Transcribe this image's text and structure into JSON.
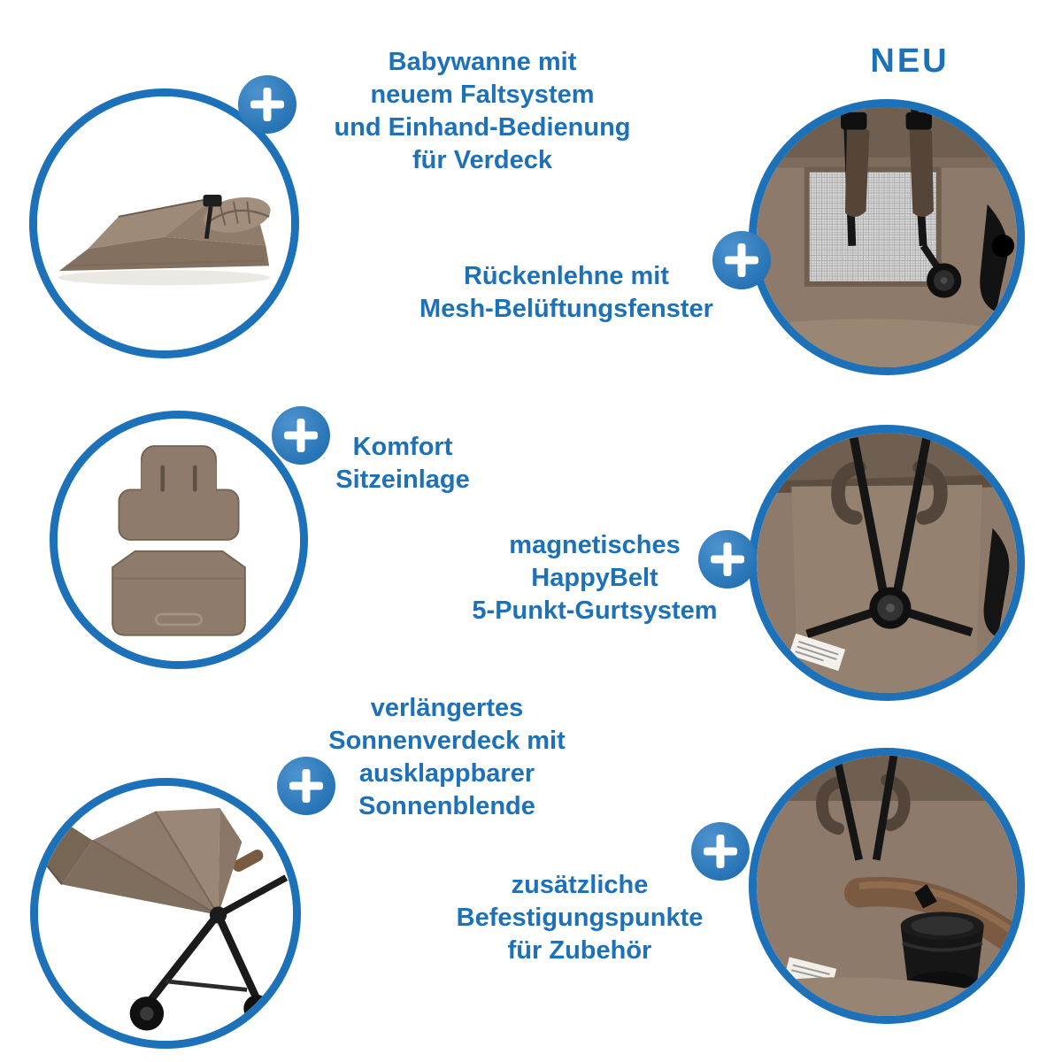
{
  "badge_new": "NEU",
  "colors": {
    "accent_blue": "#1d71b8",
    "text_blue": "#1d71b8",
    "fabric_taupe": "#8d7a6b"
  },
  "icons": {
    "plus": "+"
  },
  "features": [
    {
      "id": "babywanne",
      "label": "Babywanne mit\nneuem Faltsystem\nund Einhand-Bedienung\nfür Verdeck"
    },
    {
      "id": "rueckenlehne",
      "label": "Rückenlehne mit\nMesh-Belüftungsfenster"
    },
    {
      "id": "sitzeinlage",
      "label": "Komfort\nSitzeinlage"
    },
    {
      "id": "happybelt",
      "label": "magnetisches\nHappyBelt\n5-Punkt-Gurtsystem"
    },
    {
      "id": "sonnenverdeck",
      "label": "verlängertes\nSonnenverdeck mit\nausklappbarer\nSonnenblende"
    },
    {
      "id": "zubehoer",
      "label": "zusätzliche\nBefestigungspunkte\nfür Zubehör"
    }
  ]
}
